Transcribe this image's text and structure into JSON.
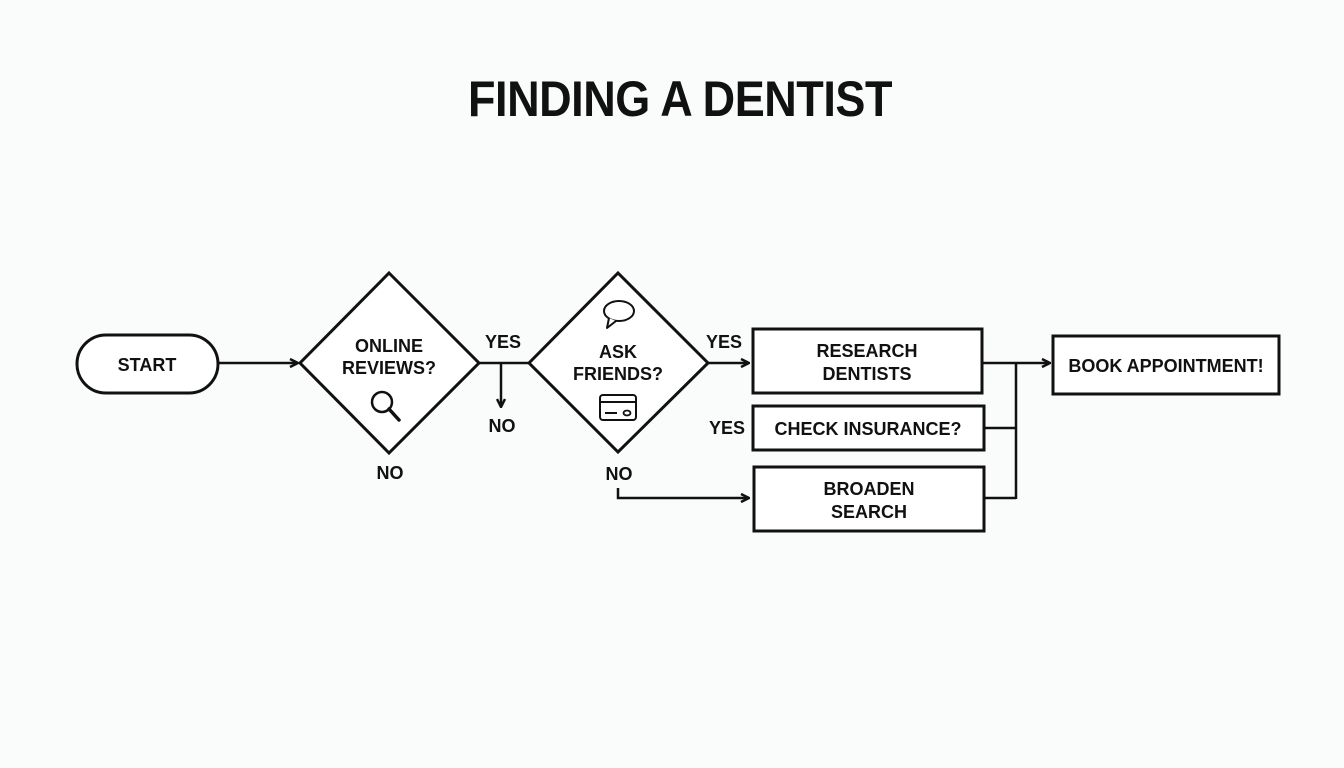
{
  "title": "FINDING A DENTIST",
  "nodes": {
    "start": {
      "type": "terminal",
      "lines": [
        "START"
      ]
    },
    "online_reviews": {
      "type": "decision",
      "lines": [
        "ONLINE",
        "REVIEWS?"
      ],
      "icon": "magnifier-icon"
    },
    "ask_friends": {
      "type": "decision",
      "lines": [
        "ASK",
        "FRIENDS?"
      ],
      "icons": [
        "speech-bubble-icon",
        "credit-card-icon"
      ]
    },
    "research_dentists": {
      "type": "process",
      "lines": [
        "RESEARCH",
        "DENTISTS"
      ]
    },
    "check_insurance": {
      "type": "process",
      "lines": [
        "CHECK INSURANCE?"
      ]
    },
    "broaden_search": {
      "type": "process",
      "lines": [
        "BROADEN",
        "SEARCH"
      ]
    },
    "book_appointment": {
      "type": "process",
      "lines": [
        "BOOK APPOINTMENT!"
      ]
    }
  },
  "edge_labels": {
    "online_reviews_yes": "YES",
    "online_reviews_no_bottom": "NO",
    "branch_no": "NO",
    "ask_friends_yes": "YES",
    "check_insurance_yes": "YES",
    "ask_friends_no": "NO"
  },
  "colors": {
    "stroke": "#111111",
    "background": "#fafbfb"
  }
}
